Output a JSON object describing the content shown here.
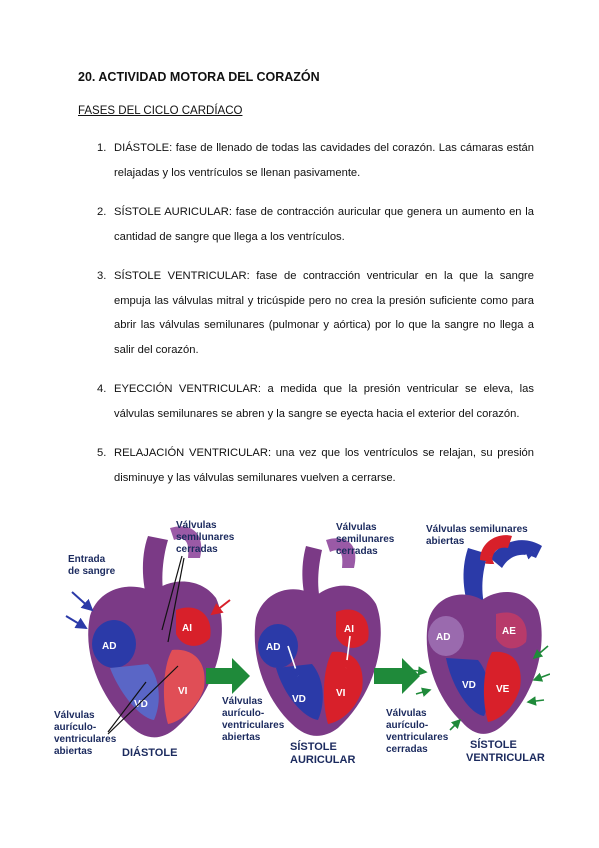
{
  "document": {
    "heading": "20. ACTIVIDAD MOTORA DEL CORAZÓN",
    "subheading": "FASES DEL CICLO CARDÍACO",
    "items": [
      {
        "number": "1.",
        "text": "DIÁSTOLE: fase de llenado de todas las cavidades del corazón. Las cámaras están relajadas y los ventrículos se llenan pasivamente."
      },
      {
        "number": "2.",
        "text": "SÍSTOLE AURICULAR: fase de contracción auricular que genera un aumento en la cantidad de sangre que llega a los ventrículos."
      },
      {
        "number": "3.",
        "text": "SÍSTOLE VENTRICULAR: fase de contracción ventricular en la que la sangre empuja las válvulas mitral y tricúspide pero no crea la presión suficiente como para abrir las válvulas semilunares (pulmonar y aórtica) por lo que la sangre no llega a salir del corazón."
      },
      {
        "number": "4.",
        "text": "EYECCIÓN VENTRICULAR: a medida que la presión ventricular se eleva, las válvulas semilunares se abren y la sangre se eyecta hacia el exterior del corazón."
      },
      {
        "number": "5.",
        "text": "RELAJACIÓN VENTRICULAR: una vez que los ventrículos se relajan, su presión disminuye y las válvulas semilunares vuelven a cerrarse."
      }
    ]
  },
  "figure": {
    "panel1": {
      "entrada_1": "Entrada",
      "entrada_2": "de sangre",
      "semi_1": "Válvulas",
      "semi_2": "semilunares",
      "semi_3": "cerradas",
      "av_1": "Válvulas",
      "av_2": "aurículo-",
      "av_3": "ventriculares",
      "av_4": "abiertas",
      "phase": "DIÁSTOLE",
      "ad": "AD",
      "ai": "AI",
      "vd": "VD",
      "vi": "VI"
    },
    "panel2": {
      "semi_1": "Válvulas",
      "semi_2": "semilunares",
      "semi_3": "cerradas",
      "av_1": "Válvulas",
      "av_2": "aurículo-",
      "av_3": "ventriculares",
      "av_4": "abiertas",
      "phase_1": "SÍSTOLE",
      "phase_2": "AURICULAR",
      "ad": "AD",
      "ai": "AI",
      "vd": "VD",
      "vi": "VI"
    },
    "panel3": {
      "semi_1": "Válvulas semilunares",
      "semi_2": "abiertas",
      "av_1": "Válvulas",
      "av_2": "aurículo-",
      "av_3": "ventriculares",
      "av_4": "cerradas",
      "phase_1": "SÍSTOLE",
      "phase_2": "VENTRICULAR",
      "ad": "AD",
      "ae": "AE",
      "vd": "VD",
      "ve": "VE"
    },
    "colors": {
      "right_heart": "#2b3aa8",
      "left_heart": "#d8202a",
      "wall": "#7b3a86",
      "arrow_green": "#1f8a3a",
      "label_text": "#1b2a5e"
    }
  }
}
